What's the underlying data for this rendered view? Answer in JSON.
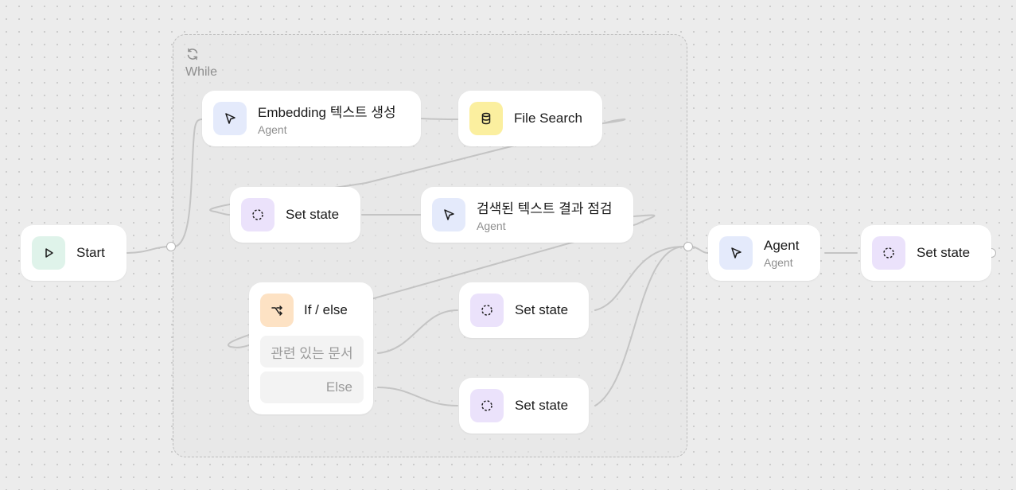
{
  "while_group": {
    "label": "While",
    "icon": "loop-refresh-icon"
  },
  "nodes": {
    "start": {
      "title": "Start",
      "icon": "play-icon"
    },
    "embedding": {
      "title": "Embedding 텍스트 생성",
      "subtitle": "Agent",
      "icon": "cursor-pointer-icon"
    },
    "file_search": {
      "title": "File Search",
      "icon": "database-icon"
    },
    "set_state_1": {
      "title": "Set state",
      "icon": "dashed-circle-icon"
    },
    "check": {
      "title": "검색된 텍스트 결과 점검",
      "subtitle": "Agent",
      "icon": "cursor-pointer-icon"
    },
    "if_else": {
      "title": "If / else",
      "icon": "branch-icon",
      "conditions": [
        "관련 있는 문서",
        "Else"
      ]
    },
    "set_state_2": {
      "title": "Set state",
      "icon": "dashed-circle-icon"
    },
    "set_state_3": {
      "title": "Set state",
      "icon": "dashed-circle-icon"
    },
    "agent": {
      "title": "Agent",
      "subtitle": "Agent",
      "icon": "cursor-pointer-icon"
    },
    "set_state_final": {
      "title": "Set state",
      "icon": "dashed-circle-icon"
    }
  },
  "colors": {
    "start_icon_bg": "#dff3ea",
    "agent_icon_bg": "#e4eafb",
    "state_icon_bg": "#ebe2fb",
    "file_search_icon_bg": "#fbef9f",
    "if_else_icon_bg": "#fde2c4",
    "edge": "#c4c4c4"
  }
}
